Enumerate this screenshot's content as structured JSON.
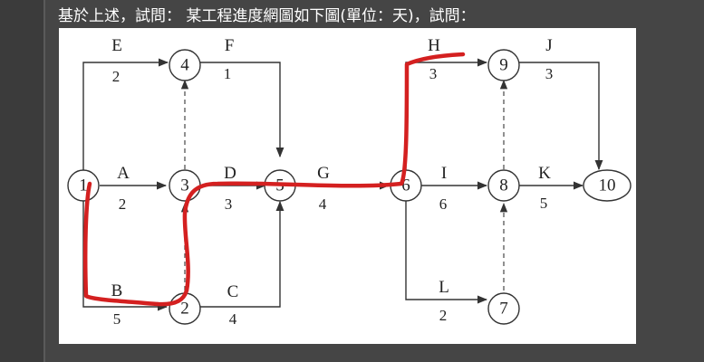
{
  "question": {
    "text": "基於上述，試問： 某工程進度網圖如下圖(單位：天)，試問："
  },
  "network": {
    "nodes": [
      "1",
      "2",
      "3",
      "4",
      "5",
      "6",
      "7",
      "8",
      "9",
      "10"
    ],
    "edges": [
      {
        "id": "E",
        "label": "E",
        "duration": "2"
      },
      {
        "id": "F",
        "label": "F",
        "duration": "1"
      },
      {
        "id": "A",
        "label": "A",
        "duration": "2"
      },
      {
        "id": "D",
        "label": "D",
        "duration": "3"
      },
      {
        "id": "G",
        "label": "G",
        "duration": "4"
      },
      {
        "id": "B",
        "label": "B",
        "duration": "5"
      },
      {
        "id": "C",
        "label": "C",
        "duration": "4"
      },
      {
        "id": "H",
        "label": "H",
        "duration": "3"
      },
      {
        "id": "J",
        "label": "J",
        "duration": "3"
      },
      {
        "id": "I",
        "label": "I",
        "duration": "6"
      },
      {
        "id": "K",
        "label": "K",
        "duration": "5"
      },
      {
        "id": "L",
        "label": "L",
        "duration": "2"
      }
    ]
  },
  "colors": {
    "background": "#3b3b3b",
    "panel": "#454545",
    "line": "#333333",
    "critical_path_highlight": "#d42020"
  }
}
